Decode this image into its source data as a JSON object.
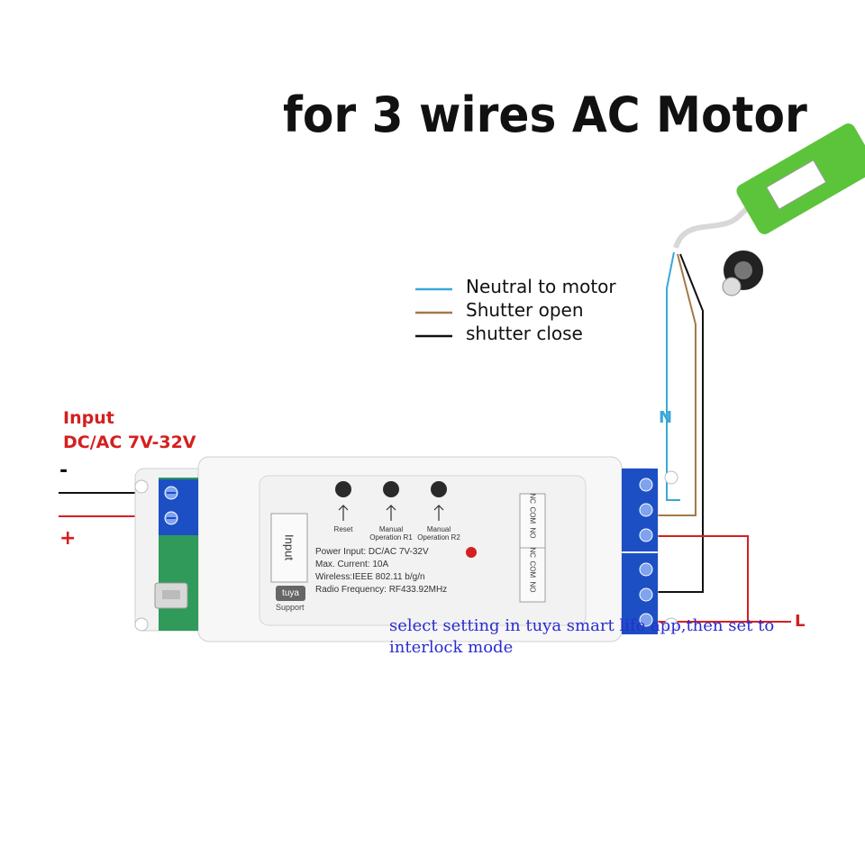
{
  "title": "for 3 wires AC Motor",
  "legend": [
    {
      "label": "Neutral to motor",
      "color": "#3aa8d8"
    },
    {
      "label": "Shutter open",
      "color": "#a4784a"
    },
    {
      "label": "shutter close",
      "color": "#111111"
    }
  ],
  "input": {
    "title": "Input",
    "voltage": "DC/AC 7V-32V",
    "minus": "-",
    "plus": "+"
  },
  "wires": {
    "neutral": "N",
    "live": "L"
  },
  "device": {
    "panel_label": "Input",
    "buttons": [
      {
        "label": "Reset"
      },
      {
        "label": "Manual Operation R1"
      },
      {
        "label": "Manual Operation R2"
      }
    ],
    "specs": [
      "Power Input:  DC/AC 7V-32V",
      "Max. Current:  10A",
      "Wireless:IEEE 802.11 b/g/n",
      "Radio Frequency:  RF433.92MHz"
    ],
    "brand": "tuya",
    "brand_sub": "Support",
    "relay_labels_r1": [
      "NC",
      "COM",
      "NO"
    ],
    "relay_labels_r2": [
      "NC",
      "COM",
      "NO"
    ]
  },
  "note": "select setting in tuya smart life app,then set to interlock mode",
  "colors": {
    "neutral": "#3aa8d8",
    "open": "#a4784a",
    "close": "#111111",
    "live": "#d42020",
    "terminal": "#1c4fc4",
    "note": "#2b2bd0",
    "motor_tube": "#5cc43a"
  }
}
